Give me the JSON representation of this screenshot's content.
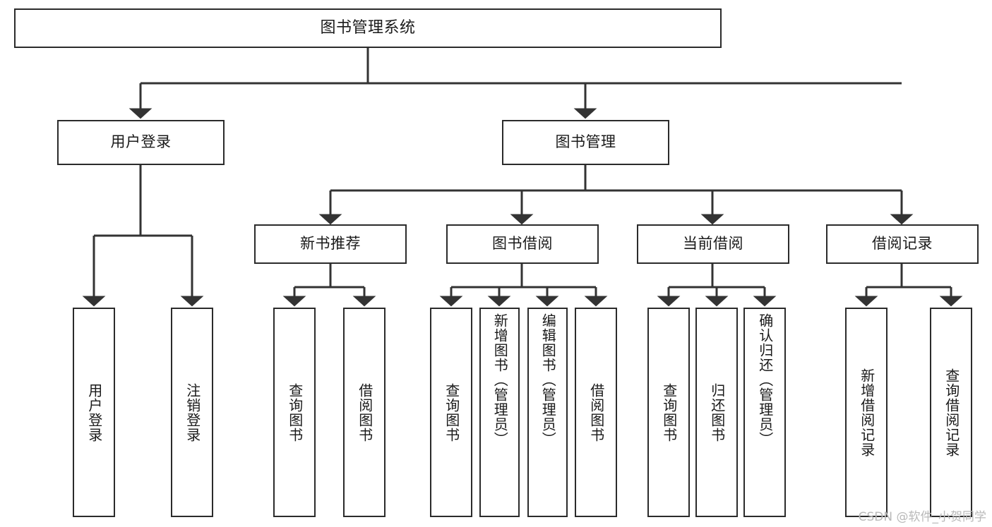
{
  "diagram": {
    "title": "图书管理系统",
    "type": "tree-hierarchy",
    "watermark": "CSDN @软件_小贺同学",
    "colors": {
      "background": "#ffffff",
      "border": "#2b2b2b",
      "text": "#1a1a1a",
      "edge": "#333333",
      "watermark": "#b9b9b9"
    },
    "root": {
      "label": "图书管理系统"
    },
    "level2": [
      {
        "label": "用户登录"
      },
      {
        "label": "图书管理"
      }
    ],
    "level3": [
      {
        "label": "新书推荐"
      },
      {
        "label": "图书借阅"
      },
      {
        "label": "当前借阅"
      },
      {
        "label": "借阅记录"
      }
    ],
    "leaves": {
      "user_login": [
        {
          "label": "用户登录"
        },
        {
          "label": "注销登录"
        }
      ],
      "new_book_recommend": [
        {
          "label": "查询图书"
        },
        {
          "label": "借阅图书"
        }
      ],
      "book_borrow": [
        {
          "label": "查询图书"
        },
        {
          "label": "新增图书（管理员）"
        },
        {
          "label": "编辑图书（管理员）"
        },
        {
          "label": "借阅图书"
        }
      ],
      "current_borrow": [
        {
          "label": "查询图书"
        },
        {
          "label": "归还图书"
        },
        {
          "label": "确认归还（管理员）"
        }
      ],
      "borrow_record": [
        {
          "label": "新增借阅记录"
        },
        {
          "label": "查询借阅记录"
        }
      ]
    }
  }
}
